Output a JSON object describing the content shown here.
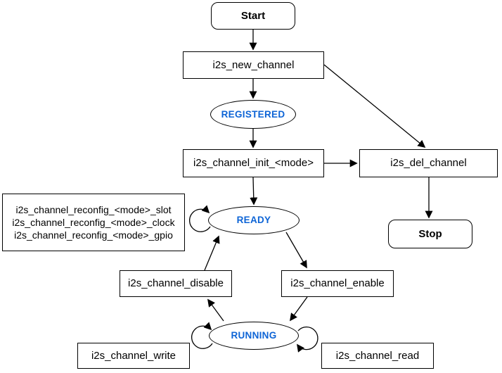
{
  "diagram": {
    "type": "state-flowchart",
    "nodes": {
      "start": {
        "label": "Start"
      },
      "new_channel": {
        "label": "i2s_new_channel"
      },
      "registered": {
        "label": "REGISTERED"
      },
      "init": {
        "label": "i2s_channel_init_<mode>"
      },
      "del_channel": {
        "label": "i2s_del_channel"
      },
      "stop": {
        "label": "Stop"
      },
      "reconfig": {
        "lines": [
          "i2s_channel_reconfig_<mode>_slot",
          "i2s_channel_reconfig_<mode>_clock",
          "i2s_channel_reconfig_<mode>_gpio"
        ]
      },
      "ready": {
        "label": "READY"
      },
      "disable": {
        "label": "i2s_channel_disable"
      },
      "enable": {
        "label": "i2s_channel_enable"
      },
      "running": {
        "label": "RUNNING"
      },
      "write": {
        "label": "i2s_channel_write"
      },
      "read": {
        "label": "i2s_channel_read"
      }
    },
    "colors": {
      "state_text": "#0d64d6",
      "line": "#000000",
      "node_fill": "#ffffff",
      "background": "#ffffff"
    }
  }
}
